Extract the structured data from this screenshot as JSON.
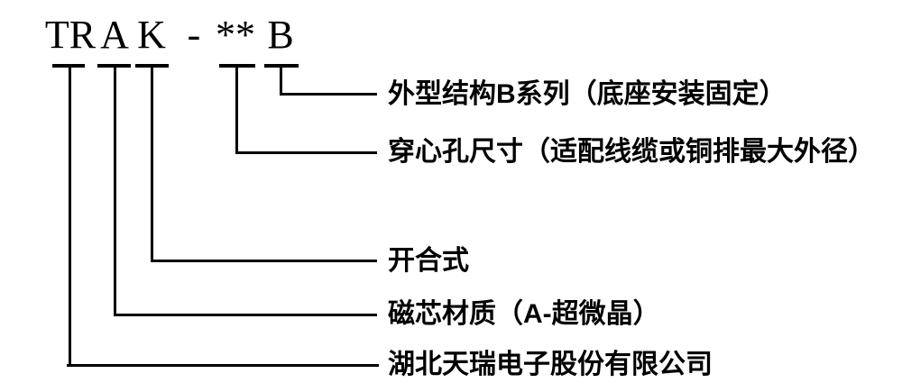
{
  "diagram": {
    "title": "TRAK-**B model code explanation",
    "colors": {
      "background": "#ffffff",
      "line": "#000000",
      "text": "#000000"
    },
    "model_code": {
      "segments": [
        {
          "text": "TR"
        },
        {
          "text": "A"
        },
        {
          "text": "K"
        },
        {
          "text": "-"
        },
        {
          "text": "**"
        },
        {
          "text": "B"
        }
      ]
    },
    "callouts": [
      {
        "code": "B",
        "label": "外型结构B系列（底座安装固定）"
      },
      {
        "code": "**",
        "label": "穿心孔尺寸（适配线缆或铜排最大外径）"
      },
      {
        "code": "K",
        "label": "开合式"
      },
      {
        "code": "A",
        "label": "磁芯材质（A-超微晶）"
      },
      {
        "code": "TR",
        "label": "湖北天瑞电子股份有限公司"
      }
    ]
  }
}
